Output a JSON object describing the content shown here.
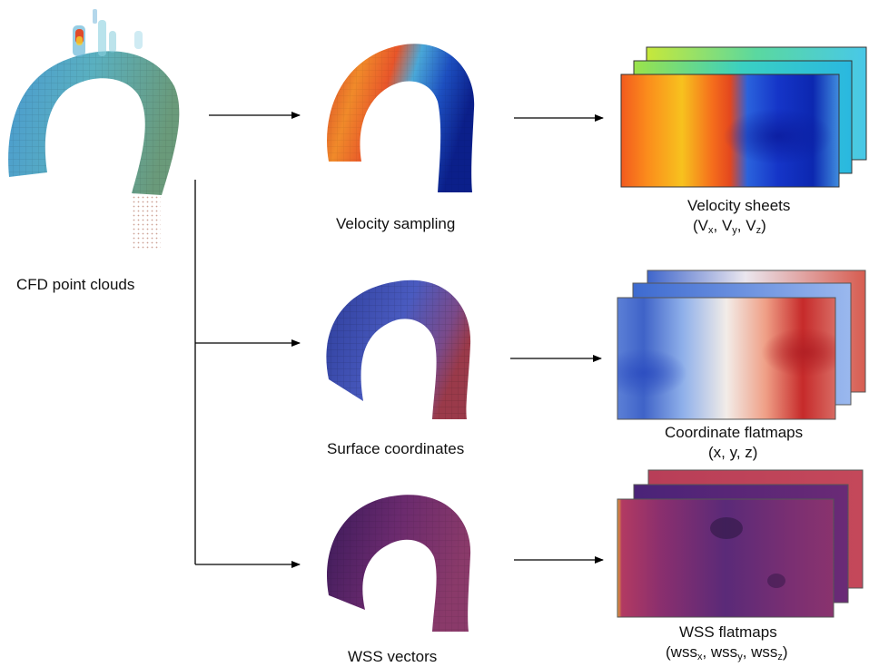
{
  "source": {
    "label": "CFD point clouds"
  },
  "pipelines": [
    {
      "step_label": "Velocity sampling",
      "output_title": "Velocity sheets",
      "output_vars": [
        {
          "base": "(V",
          "sub": "x",
          "sep": ", "
        },
        {
          "base": "V",
          "sub": "y",
          "sep": ", "
        },
        {
          "base": "V",
          "sub": "z",
          "sep": ")"
        }
      ]
    },
    {
      "step_label": "Surface coordinates",
      "output_title": "Coordinate flatmaps",
      "output_plain": "(x, y, z)"
    },
    {
      "step_label": "WSS vectors",
      "output_title": "WSS flatmaps",
      "output_vars": [
        {
          "base": "(wss",
          "sub": "x",
          "sep": ", "
        },
        {
          "base": "wss",
          "sub": "y",
          "sep": ", "
        },
        {
          "base": "wss",
          "sub": "z",
          "sep": ")"
        }
      ]
    }
  ]
}
